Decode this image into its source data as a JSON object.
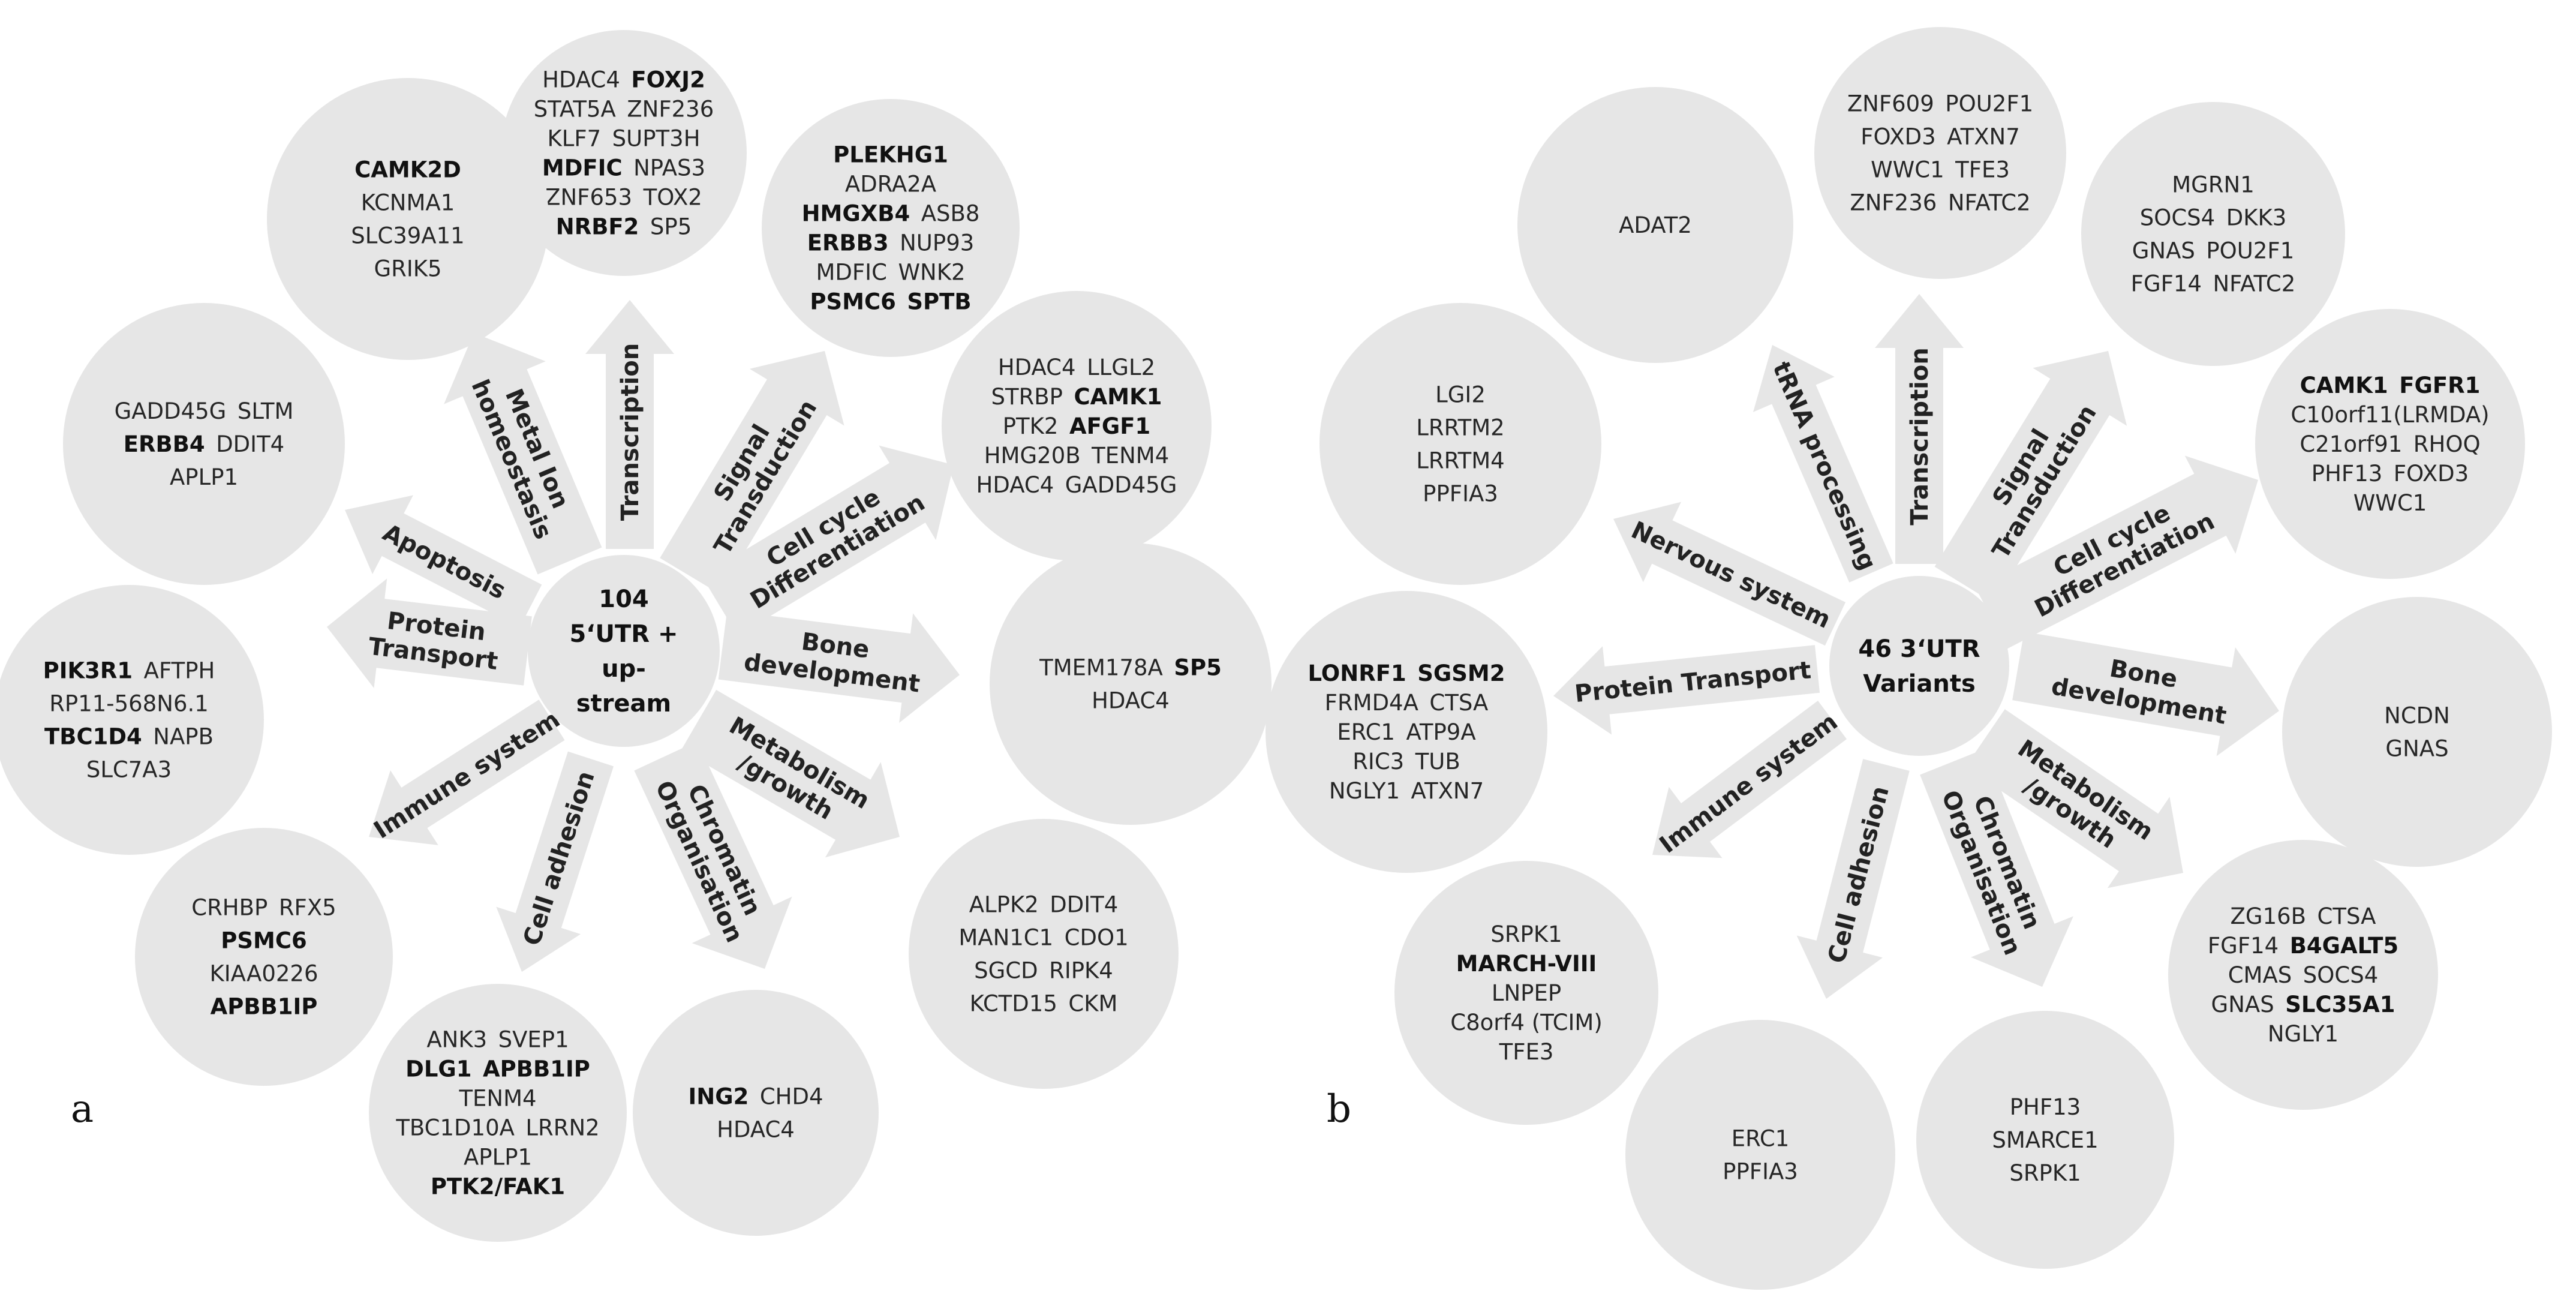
{
  "colors": {
    "circle": "#e6e6e6",
    "arrow": "#e6e6e6",
    "text": "#262626"
  },
  "panels": [
    {
      "id": "a",
      "label": "a",
      "center": {
        "lines": [
          "104",
          "5‘UTR +",
          "up-",
          "stream"
        ]
      },
      "clusters": [
        {
          "id": "a-transcription",
          "lines": [
            [
              {
                "t": "HDAC4"
              },
              {
                "t": "FOXJ2",
                "b": true
              }
            ],
            [
              {
                "t": "STAT5A"
              },
              {
                "t": "ZNF236"
              }
            ],
            [
              {
                "t": "KLF7"
              },
              {
                "t": "SUPT3H"
              }
            ],
            [
              {
                "t": "MDFIC",
                "b": true
              },
              {
                "t": "NPAS3"
              }
            ],
            [
              {
                "t": "ZNF653"
              },
              {
                "t": "TOX2"
              }
            ],
            [
              {
                "t": "NRBF2",
                "b": true
              },
              {
                "t": "SP5"
              }
            ]
          ]
        },
        {
          "id": "a-signal-transduction",
          "lines": [
            [
              {
                "t": "PLEKHG1",
                "b": true
              }
            ],
            [
              {
                "t": "ADRA2A"
              }
            ],
            [
              {
                "t": "HMGXB4",
                "b": true
              },
              {
                "t": "ASB8"
              }
            ],
            [
              {
                "t": "ERBB3",
                "b": true
              },
              {
                "t": "NUP93"
              }
            ],
            [
              {
                "t": "MDFIC"
              },
              {
                "t": "WNK2"
              }
            ],
            [
              {
                "t": "PSMC6",
                "b": true
              },
              {
                "t": "SPTB",
                "b": true
              }
            ]
          ]
        },
        {
          "id": "a-cell-cycle",
          "lines": [
            [
              {
                "t": "HDAC4"
              },
              {
                "t": "LLGL2"
              }
            ],
            [
              {
                "t": "STRBP"
              },
              {
                "t": "CAMK1",
                "b": true
              }
            ],
            [
              {
                "t": "PTK2"
              },
              {
                "t": "AFGF1",
                "b": true
              }
            ],
            [
              {
                "t": "HMG20B"
              },
              {
                "t": "TENM4"
              }
            ],
            [
              {
                "t": "HDAC4"
              },
              {
                "t": "GADD45G"
              }
            ]
          ]
        },
        {
          "id": "a-bone-development",
          "lines": [
            [
              {
                "t": "TMEM178A"
              },
              {
                "t": "SP5",
                "b": true
              }
            ],
            [
              {
                "t": "HDAC4"
              }
            ]
          ]
        },
        {
          "id": "a-metabolism",
          "lines": [
            [
              {
                "t": "ALPK2"
              },
              {
                "t": "DDIT4"
              }
            ],
            [
              {
                "t": "MAN1C1"
              },
              {
                "t": "CDO1"
              }
            ],
            [
              {
                "t": "SGCD"
              },
              {
                "t": "RIPK4"
              }
            ],
            [
              {
                "t": "KCTD15"
              },
              {
                "t": "CKM"
              }
            ]
          ]
        },
        {
          "id": "a-chromatin",
          "lines": [
            [
              {
                "t": "ING2",
                "b": true
              },
              {
                "t": "CHD4"
              }
            ],
            [
              {
                "t": "HDAC4"
              }
            ]
          ]
        },
        {
          "id": "a-cell-adhesion",
          "lines": [
            [
              {
                "t": "ANK3"
              },
              {
                "t": "SVEP1"
              }
            ],
            [
              {
                "t": "DLG1",
                "b": true
              },
              {
                "t": "APBB1IP",
                "b": true
              }
            ],
            [
              {
                "t": "TENM4"
              }
            ],
            [
              {
                "t": "TBC1D10A"
              },
              {
                "t": "LRRN2"
              }
            ],
            [
              {
                "t": "APLP1"
              }
            ],
            [
              {
                "t": "PTK2/FAK1",
                "b": true
              }
            ]
          ]
        },
        {
          "id": "a-immune-system",
          "lines": [
            [
              {
                "t": "CRHBP"
              },
              {
                "t": "RFX5"
              }
            ],
            [
              {
                "t": "PSMC6",
                "b": true
              }
            ],
            [
              {
                "t": "KIAA0226"
              }
            ],
            [
              {
                "t": "APBB1IP",
                "b": true
              }
            ]
          ]
        },
        {
          "id": "a-protein-transport",
          "lines": [
            [
              {
                "t": "PIK3R1",
                "b": true
              },
              {
                "t": "AFTPH"
              }
            ],
            [
              {
                "t": "RP11-568N6.1"
              }
            ],
            [
              {
                "t": "TBC1D4",
                "b": true
              },
              {
                "t": "NAPB"
              }
            ],
            [
              {
                "t": "SLC7A3"
              }
            ]
          ]
        },
        {
          "id": "a-apoptosis",
          "lines": [
            [
              {
                "t": "GADD45G"
              },
              {
                "t": "SLTM"
              }
            ],
            [
              {
                "t": "ERBB4",
                "b": true
              },
              {
                "t": "DDIT4"
              }
            ],
            [
              {
                "t": "APLP1"
              }
            ]
          ]
        },
        {
          "id": "a-metal-ion",
          "lines": [
            [
              {
                "t": "CAMK2D",
                "b": true
              }
            ],
            [
              {
                "t": "KCNMA1"
              }
            ],
            [
              {
                "t": "SLC39A11"
              }
            ],
            [
              {
                "t": "GRIK5"
              }
            ]
          ]
        }
      ],
      "arrows": [
        {
          "id": "a-arrow-transcription",
          "lines": [
            "Transcription"
          ]
        },
        {
          "id": "a-arrow-signal",
          "lines": [
            "Signal",
            "Transduction"
          ]
        },
        {
          "id": "a-arrow-cellcycle",
          "lines": [
            "Cell cycle",
            "Differentiation"
          ]
        },
        {
          "id": "a-arrow-bone",
          "lines": [
            "Bone",
            "development"
          ]
        },
        {
          "id": "a-arrow-metabolism",
          "lines": [
            "Metabolism",
            "/growth"
          ]
        },
        {
          "id": "a-arrow-chromatin",
          "lines": [
            "Chromatin",
            "Organisation"
          ]
        },
        {
          "id": "a-arrow-adhesion",
          "lines": [
            "Cell adhesion"
          ]
        },
        {
          "id": "a-arrow-immune",
          "lines": [
            "Immune system"
          ]
        },
        {
          "id": "a-arrow-protein",
          "lines": [
            "Protein",
            "Transport"
          ]
        },
        {
          "id": "a-arrow-apoptosis",
          "lines": [
            "Apoptosis"
          ]
        },
        {
          "id": "a-arrow-metal",
          "lines": [
            "Metal Ion",
            "homeostasis"
          ]
        }
      ]
    },
    {
      "id": "b",
      "label": "b",
      "center": {
        "lines": [
          "46 3‘UTR",
          "Variants"
        ]
      },
      "clusters": [
        {
          "id": "b-trna",
          "lines": [
            [
              {
                "t": "ADAT2"
              }
            ]
          ]
        },
        {
          "id": "b-transcription",
          "lines": [
            [
              {
                "t": "ZNF609"
              },
              {
                "t": "POU2F1"
              }
            ],
            [
              {
                "t": "FOXD3"
              },
              {
                "t": "ATXN7"
              }
            ],
            [
              {
                "t": "WWC1"
              },
              {
                "t": "TFE3"
              }
            ],
            [
              {
                "t": "ZNF236"
              },
              {
                "t": "NFATC2"
              }
            ]
          ]
        },
        {
          "id": "b-signal-transduction",
          "lines": [
            [
              {
                "t": "MGRN1"
              }
            ],
            [
              {
                "t": "SOCS4"
              },
              {
                "t": "DKK3"
              }
            ],
            [
              {
                "t": "GNAS"
              },
              {
                "t": "POU2F1"
              }
            ],
            [
              {
                "t": "FGF14"
              },
              {
                "t": "NFATC2"
              }
            ]
          ]
        },
        {
          "id": "b-cell-cycle",
          "lines": [
            [
              {
                "t": "CAMK1",
                "b": true
              },
              {
                "t": "FGFR1",
                "b": true
              }
            ],
            [
              {
                "t": "C10orf11(LRMDA)"
              }
            ],
            [
              {
                "t": "C21orf91"
              },
              {
                "t": "RHOQ"
              }
            ],
            [
              {
                "t": "PHF13"
              },
              {
                "t": "FOXD3"
              }
            ],
            [
              {
                "t": "WWC1"
              }
            ]
          ]
        },
        {
          "id": "b-bone-development",
          "lines": [
            [
              {
                "t": "NCDN"
              }
            ],
            [
              {
                "t": "GNAS"
              }
            ]
          ]
        },
        {
          "id": "b-metabolism",
          "lines": [
            [
              {
                "t": "ZG16B"
              },
              {
                "t": "CTSA"
              }
            ],
            [
              {
                "t": "FGF14"
              },
              {
                "t": "B4GALT5",
                "b": true
              }
            ],
            [
              {
                "t": "CMAS"
              },
              {
                "t": "SOCS4"
              }
            ],
            [
              {
                "t": "GNAS"
              },
              {
                "t": "SLC35A1",
                "b": true
              }
            ],
            [
              {
                "t": "NGLY1"
              }
            ]
          ]
        },
        {
          "id": "b-chromatin",
          "lines": [
            [
              {
                "t": "PHF13"
              }
            ],
            [
              {
                "t": "SMARCE1"
              }
            ],
            [
              {
                "t": "SRPK1"
              }
            ]
          ]
        },
        {
          "id": "b-cell-adhesion",
          "lines": [
            [
              {
                "t": "ERC1"
              }
            ],
            [
              {
                "t": "PPFIA3"
              }
            ]
          ]
        },
        {
          "id": "b-immune-system",
          "lines": [
            [
              {
                "t": "SRPK1"
              }
            ],
            [
              {
                "t": "MARCH-VIII",
                "b": true
              }
            ],
            [
              {
                "t": "LNPEP"
              }
            ],
            [
              {
                "t": "C8orf4 (TCIM)"
              }
            ],
            [
              {
                "t": "TFE3"
              }
            ]
          ]
        },
        {
          "id": "b-protein-transport",
          "lines": [
            [
              {
                "t": "LONRF1",
                "b": true
              },
              {
                "t": "SGSM2",
                "b": true
              }
            ],
            [
              {
                "t": "FRMD4A"
              },
              {
                "t": "CTSA"
              }
            ],
            [
              {
                "t": "ERC1"
              },
              {
                "t": "ATP9A"
              }
            ],
            [
              {
                "t": "RIC3"
              },
              {
                "t": "TUB"
              }
            ],
            [
              {
                "t": "NGLY1"
              },
              {
                "t": "ATXN7"
              }
            ]
          ]
        },
        {
          "id": "b-nervous-system",
          "lines": [
            [
              {
                "t": "LGI2"
              }
            ],
            [
              {
                "t": "LRRTM2"
              }
            ],
            [
              {
                "t": "LRRTM4"
              }
            ],
            [
              {
                "t": "PPFIA3"
              }
            ]
          ]
        }
      ],
      "arrows": [
        {
          "id": "b-arrow-trna",
          "lines": [
            "tRNA processing"
          ]
        },
        {
          "id": "b-arrow-transcription",
          "lines": [
            "Transcription"
          ]
        },
        {
          "id": "b-arrow-signal",
          "lines": [
            "Signal",
            "Transduction"
          ]
        },
        {
          "id": "b-arrow-cellcycle",
          "lines": [
            "Cell cycle",
            "Differentiation"
          ]
        },
        {
          "id": "b-arrow-bone",
          "lines": [
            "Bone",
            "development"
          ]
        },
        {
          "id": "b-arrow-metabolism",
          "lines": [
            "Metabolism",
            "/growth"
          ]
        },
        {
          "id": "b-arrow-chromatin",
          "lines": [
            "Chromatin",
            "Organisation"
          ]
        },
        {
          "id": "b-arrow-adhesion",
          "lines": [
            "Cell adhesion"
          ]
        },
        {
          "id": "b-arrow-immune",
          "lines": [
            "Immune system"
          ]
        },
        {
          "id": "b-arrow-protein",
          "lines": [
            "Protein Transport"
          ]
        },
        {
          "id": "b-arrow-nervous",
          "lines": [
            "Nervous system"
          ]
        }
      ]
    }
  ]
}
